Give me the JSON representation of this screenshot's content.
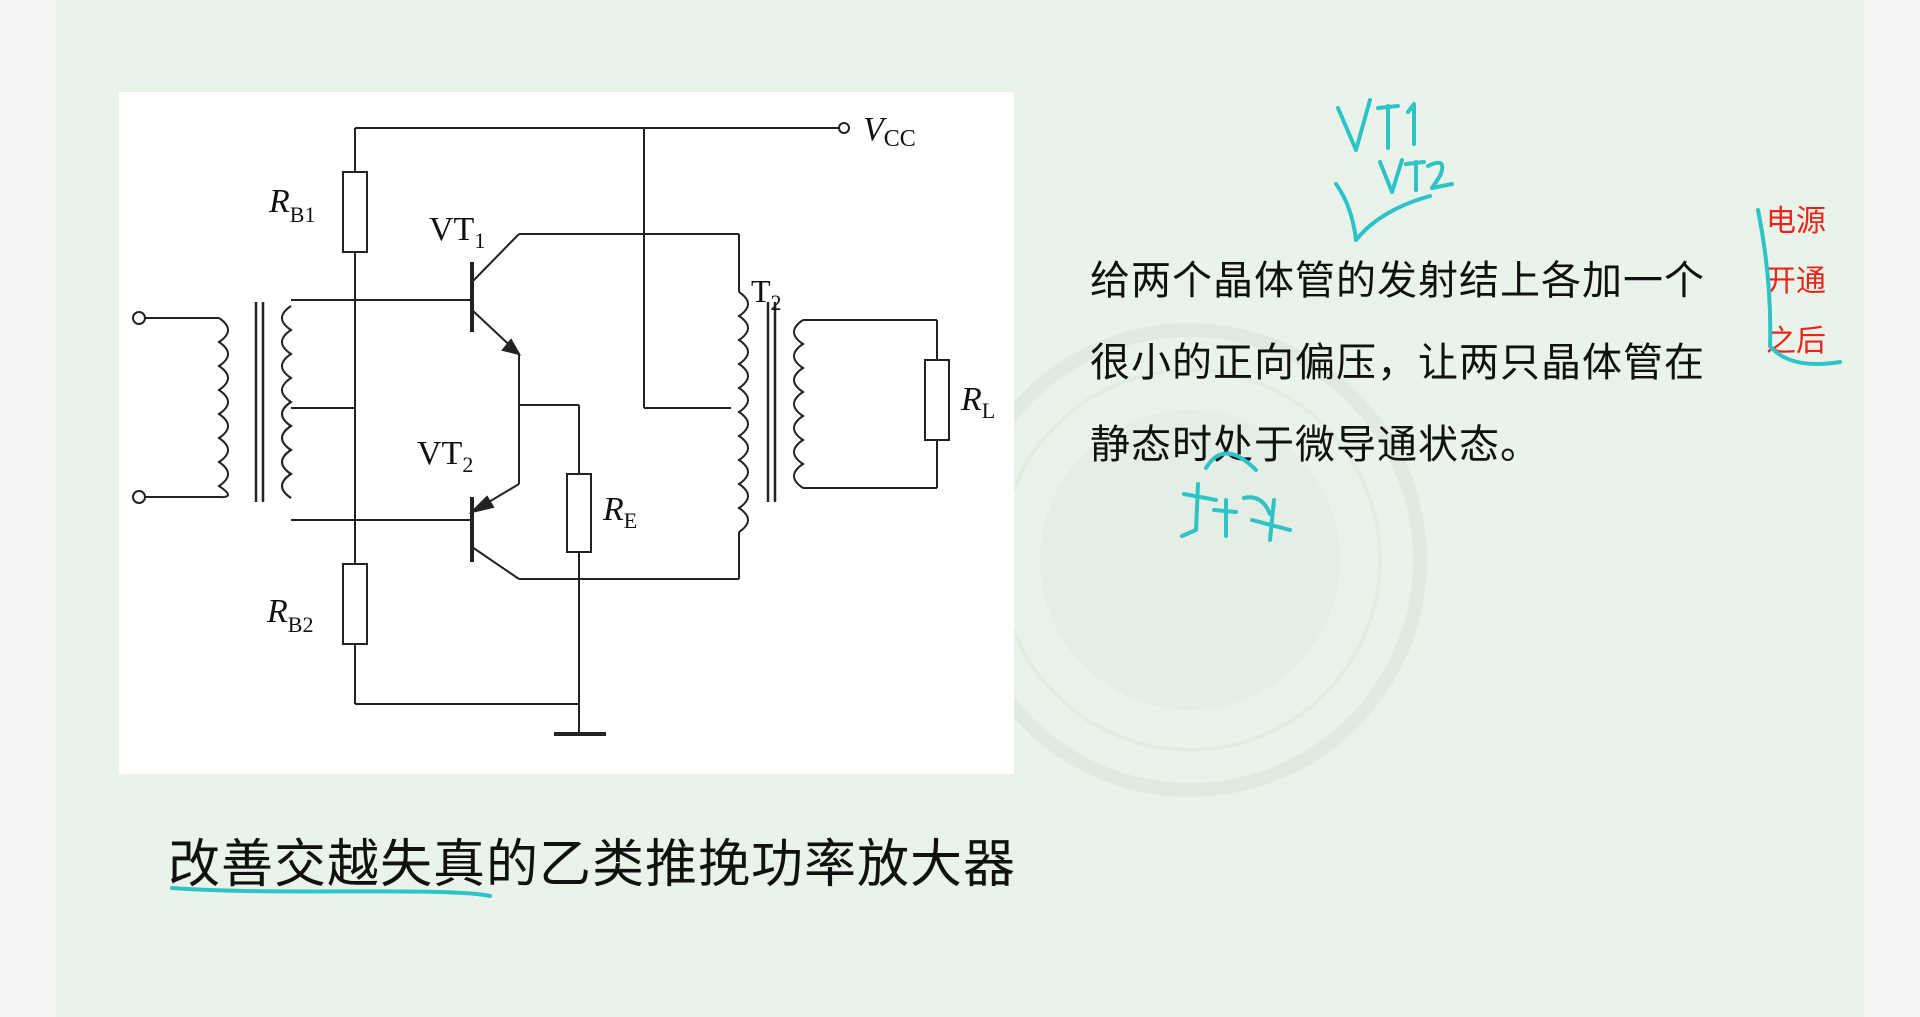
{
  "diagram": {
    "labels": {
      "vcc": "V",
      "vcc_sub": "CC",
      "rb1": "R",
      "rb1_sub": "B1",
      "rb2": "R",
      "rb2_sub": "B2",
      "vt1": "VT",
      "vt1_sub": "1",
      "vt2": "VT",
      "vt2_sub": "2",
      "t2": "T",
      "t2_sub": "2",
      "re": "R",
      "re_sub": "E",
      "rl": "R",
      "rl_sub": "L"
    }
  },
  "caption": "改善交越失真的乙类推挽功率放大器",
  "description": {
    "line1": "给两个晶体管的发射结上各加一个",
    "line2": "很小的正向偏压，让两只晶体管在",
    "line3": "静态时处于微导通状态。"
  },
  "notes": {
    "note1": "电源",
    "note2": "开通",
    "note3": "之后"
  },
  "colors": {
    "slide_background": "#eaf3ea",
    "handwriting": "#2ec4c7",
    "note_red": "#e8261c"
  }
}
